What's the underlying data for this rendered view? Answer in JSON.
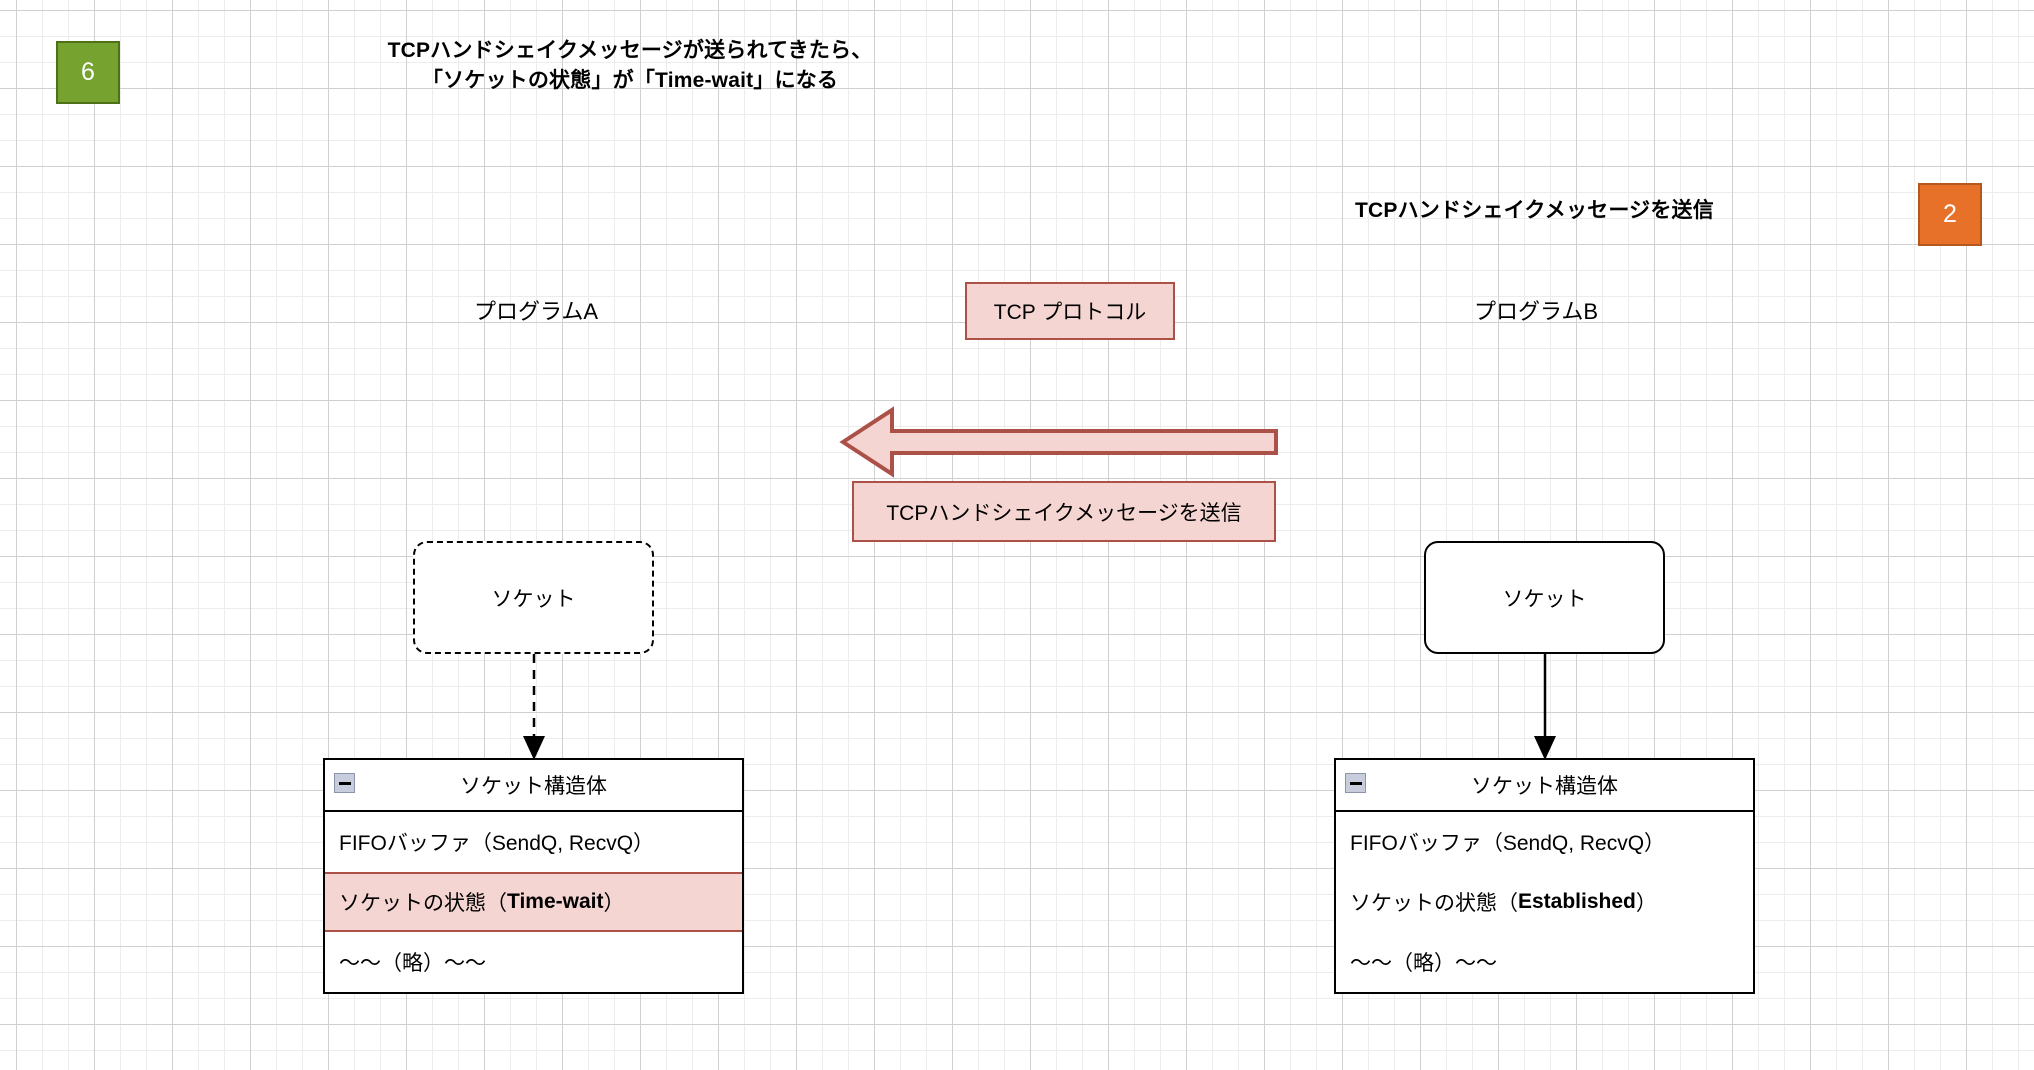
{
  "steps": {
    "left_badge": "6",
    "right_badge": "2"
  },
  "headings": {
    "title_line1": "TCPハンドシェイクメッセージが送られてきたら、",
    "title_line2": "「ソケットの状態」が「Time-wait」になる",
    "top_right_note": "TCPハンドシェイクメッセージを送信"
  },
  "columns": {
    "program_a": "プログラムA",
    "program_b": "プログラムB"
  },
  "protocol": {
    "label": "TCP プロトコル"
  },
  "message_arrow": {
    "label": "TCPハンドシェイクメッセージを送信",
    "direction": "right-to-left"
  },
  "socket_a": {
    "label": "ソケット",
    "border_style": "dashed"
  },
  "socket_b": {
    "label": "ソケット",
    "border_style": "solid"
  },
  "struct_a": {
    "header": "ソケット構造体",
    "rows": [
      {
        "text": "FIFOバッファ（SendQ, RecvQ）",
        "highlight": false
      },
      {
        "prefix": "ソケットの状態（",
        "strong": "Time-wait",
        "suffix": "）",
        "highlight": true
      },
      {
        "text": "〜〜（略）〜〜",
        "highlight": false
      }
    ]
  },
  "struct_b": {
    "header": "ソケット構造体",
    "rows": [
      {
        "text": "FIFOバッファ（SendQ, RecvQ）",
        "highlight": false
      },
      {
        "prefix": "ソケットの状態（",
        "strong": "Established",
        "suffix": "）",
        "highlight": false
      },
      {
        "text": "〜〜（略）〜〜",
        "highlight": false
      }
    ]
  },
  "colors": {
    "green_badge": "#76a22f",
    "orange_badge": "#e8712a",
    "pink_fill": "#f4d5d1",
    "dark_red_border": "#ab5148",
    "grid_minor": "#ececec",
    "grid_major": "#d0d0d0"
  }
}
